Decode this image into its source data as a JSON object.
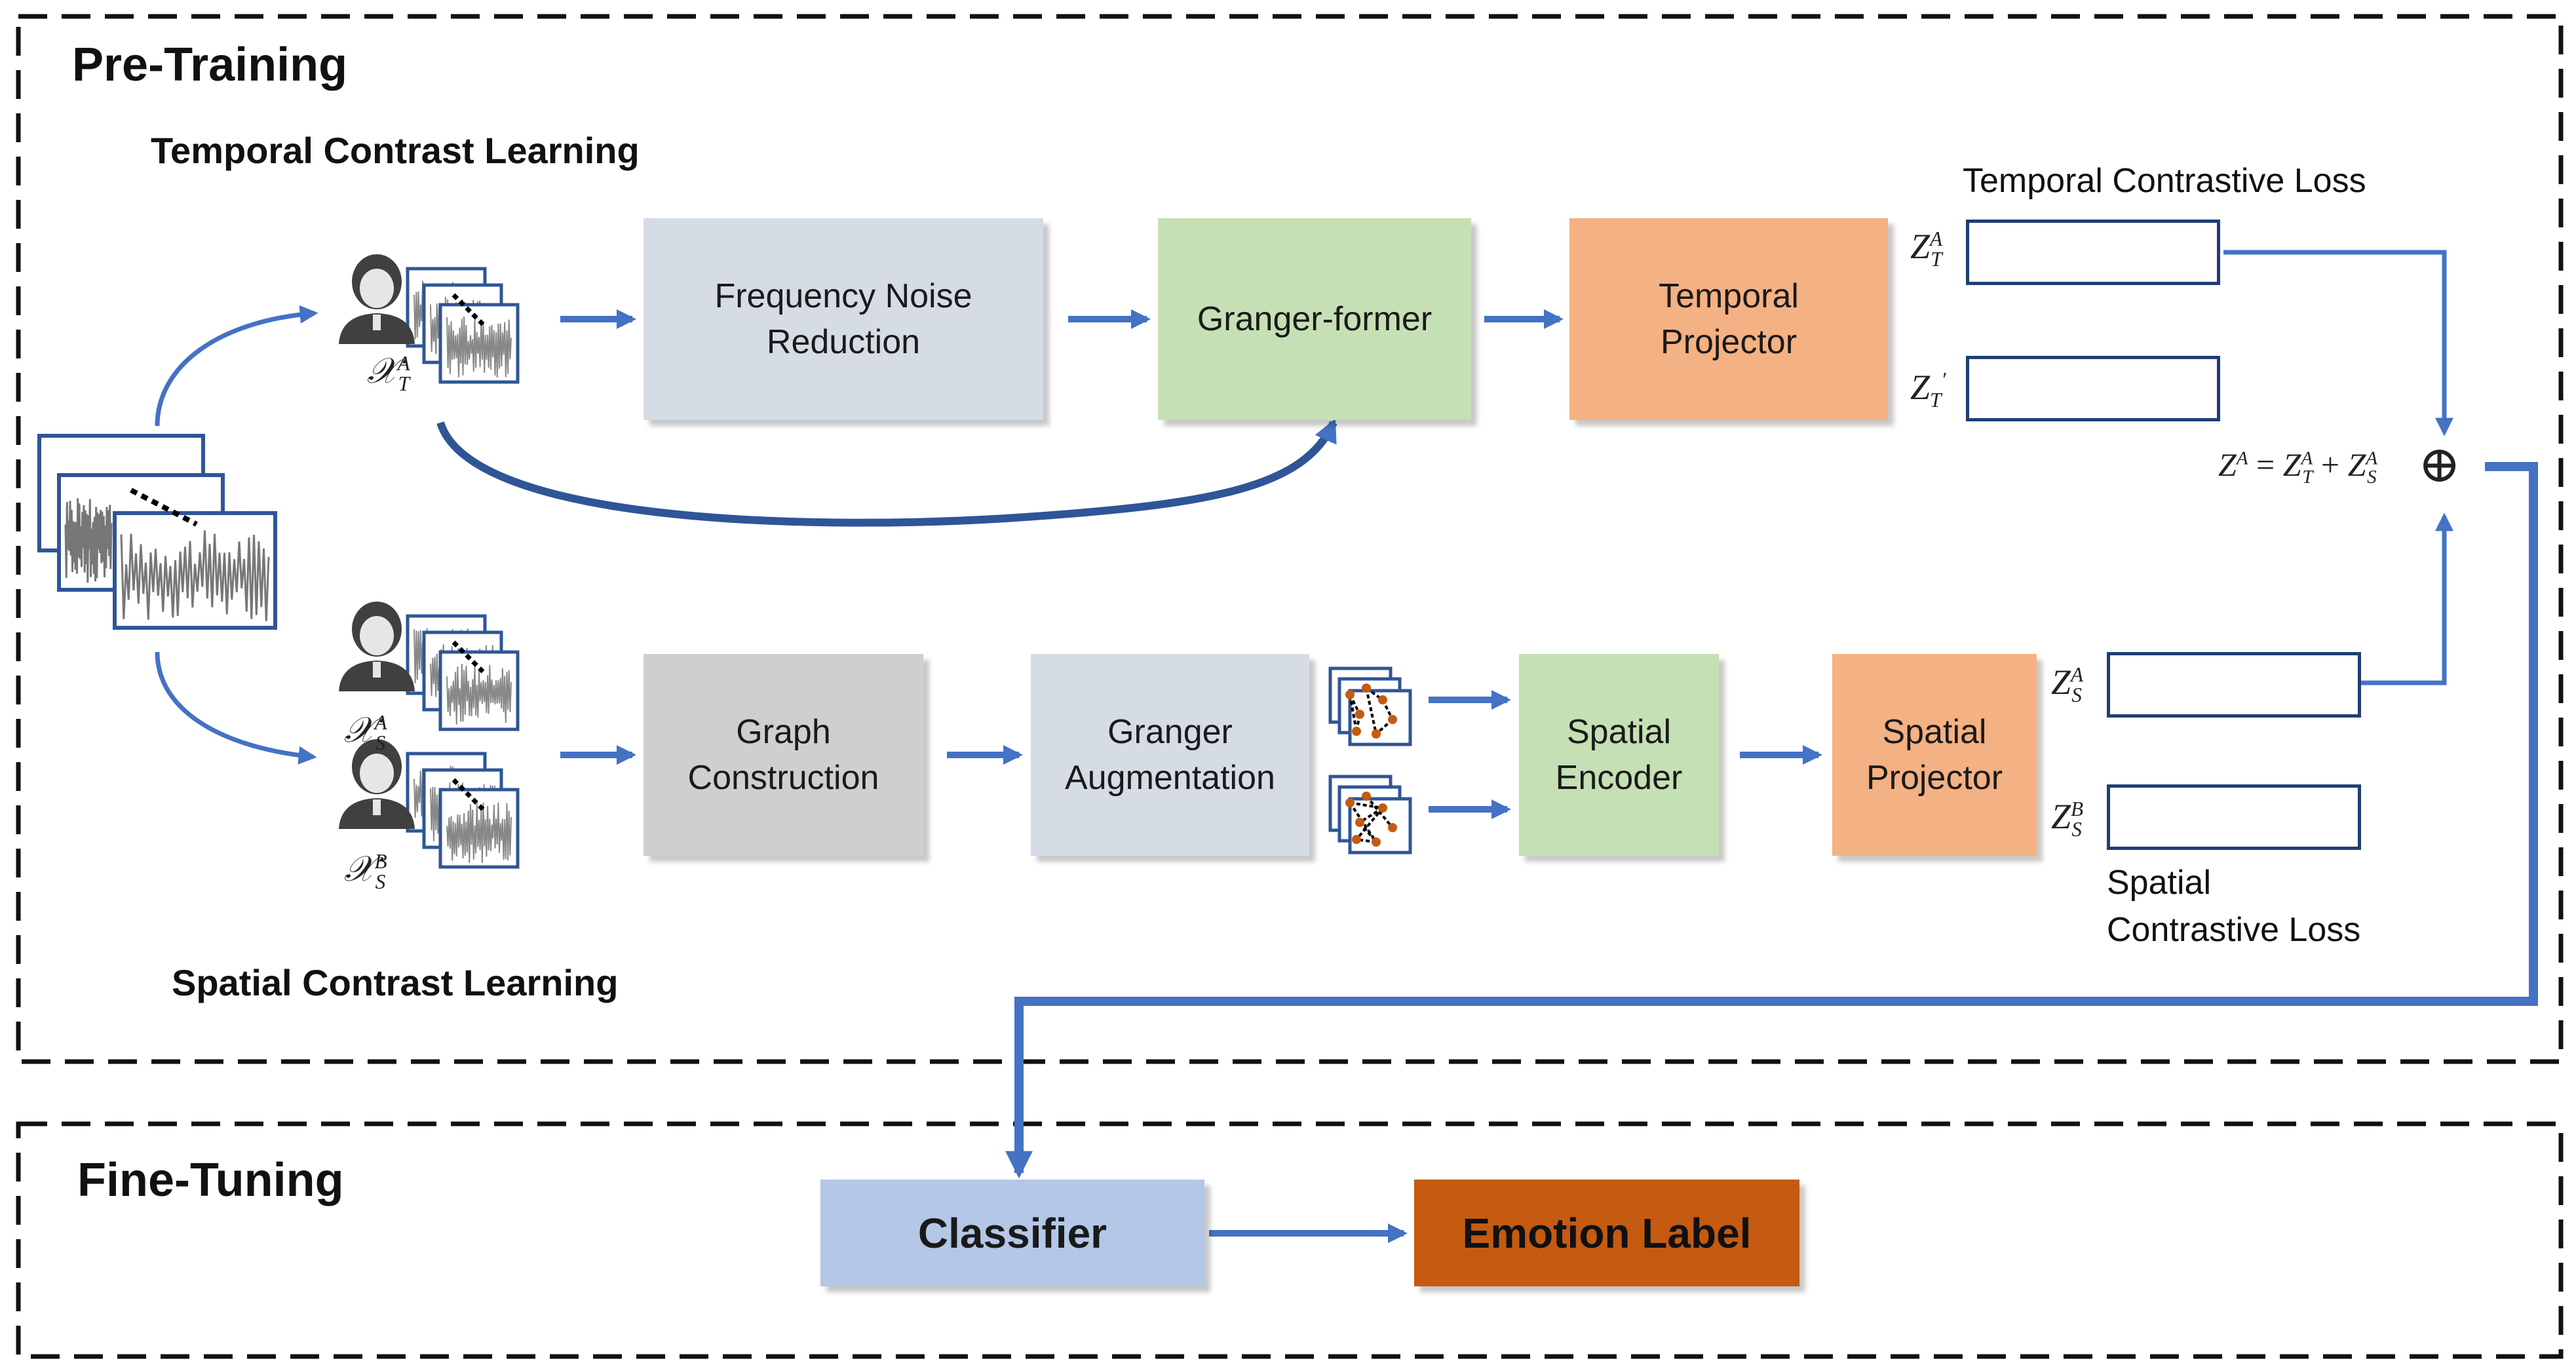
{
  "sections": {
    "pretraining": "Pre-Training",
    "finetuning": "Fine-Tuning"
  },
  "headings": {
    "temporal": "Temporal Contrast Learning",
    "spatial": "Spatial Contrast Learning"
  },
  "boxes": {
    "freq_noise": [
      "Frequency Noise",
      "Reduction"
    ],
    "granger_former": [
      "Granger-former"
    ],
    "temporal_projector": [
      "Temporal",
      "Projector"
    ],
    "graph_construction": [
      "Graph",
      "Construction"
    ],
    "granger_augmentation": [
      "Granger",
      "Augmentation"
    ],
    "spatial_encoder": [
      "Spatial",
      "Encoder"
    ],
    "spatial_projector": [
      "Spatial",
      "Projector"
    ],
    "classifier": "Classifier",
    "emotion_label": "Emotion Label"
  },
  "loss_labels": {
    "temporal": "Temporal Contrastive Loss",
    "spatial": [
      "Spatial",
      "Contrastive Loss"
    ]
  },
  "math": {
    "z_t_a": {
      "base": "Z",
      "sub": "T",
      "sup": "A"
    },
    "z_t_prime": {
      "base": "Z",
      "sub": "T",
      "sup": "′"
    },
    "z_s_a": {
      "base": "Z",
      "sub": "S",
      "sup": "A"
    },
    "z_s_b": {
      "base": "Z",
      "sub": "S",
      "sup": "B"
    },
    "x_t_a": {
      "base": "𝒳",
      "sub": "T",
      "sup": "A"
    },
    "x_s_a": {
      "base": "𝒳",
      "sub": "S",
      "sup": "A"
    },
    "x_s_b": {
      "base": "𝒳",
      "sub": "S",
      "sup": "B"
    },
    "sum_formula": "Z",
    "oplus": "⊕"
  },
  "colors": {
    "arrow": "#4472c4",
    "freq_noise": "#d6dce5",
    "granger_former": "#c5e0b4",
    "temporal_projector": "#f4b183",
    "graph_construction": "#d0cece",
    "granger_augmentation": "#d6dce5",
    "spatial_encoder": "#c5e0b4",
    "spatial_projector": "#f4b183",
    "classifier": "#b4c7e7",
    "emotion_label": "#c55a11",
    "temporal_dots": [
      "#7f7f7f",
      "#2f5597",
      "#38761d",
      "#843c0c"
    ],
    "spatial_dots": [
      "#d0cece",
      "#b4c7e7",
      "#a9d18e",
      "#c55a11"
    ]
  }
}
